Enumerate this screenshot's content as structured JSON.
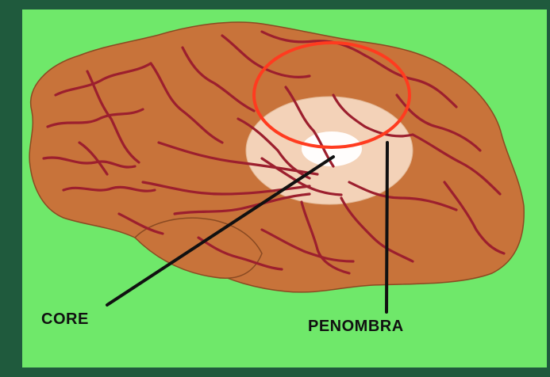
{
  "labels": {
    "core": "CORE",
    "penumbra": "PENOMBRA"
  },
  "colors": {
    "background": "#6fe86a",
    "frame": "#1f5a3d",
    "brain": "#c8733a",
    "vessels": "#9c1f2e",
    "penumbra_zone": "#f3d2b8",
    "core_zone": "#ffffff",
    "highlight_circle": "#ff3b1f",
    "pointer_lines": "#111111"
  },
  "icons": {
    "brain": "brain-illustration",
    "circle": "highlight-ellipse"
  }
}
